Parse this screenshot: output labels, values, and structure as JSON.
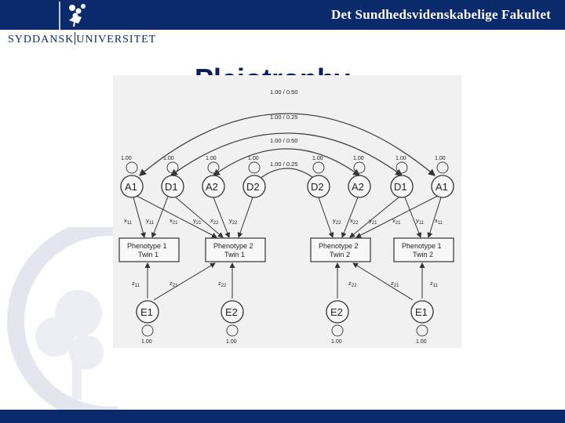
{
  "header": {
    "faculty": "Det Sundhedsvidenskabelige Fakultet",
    "university_left": "SYDDANSK",
    "university_right": "UNIVERSITET",
    "colors": {
      "navy": "#0b2a6b",
      "title": "#0b1f5a"
    }
  },
  "slide": {
    "title": "Pleiotrophy"
  },
  "diagram": {
    "arcs": [
      "1.00 / 0.50",
      "1.00 / 0.25",
      "1.00 / 0.50",
      "1.00 / 0.25"
    ],
    "latent_top": [
      {
        "label": "A1",
        "variance": "1.00"
      },
      {
        "label": "D1",
        "variance": "1.00"
      },
      {
        "label": "A2",
        "variance": "1.00"
      },
      {
        "label": "D2",
        "variance": "1.00"
      },
      {
        "label": "D2",
        "variance": "1.00"
      },
      {
        "label": "A2",
        "variance": "1.00"
      },
      {
        "label": "D1",
        "variance": "1.00"
      },
      {
        "label": "A1",
        "variance": "1.00"
      }
    ],
    "paths": {
      "x11": "x",
      "y11": "y",
      "x21": "x",
      "y21": "y",
      "x22": "x",
      "y22": "y",
      "sub11": "11",
      "sub21": "21",
      "sub22": "22"
    },
    "phenotypes": [
      {
        "line1": "Phenotype 1",
        "line2": "Twin 1"
      },
      {
        "line1": "Phenotype 2",
        "line2": "Twin 1"
      },
      {
        "line1": "Phenotype 2",
        "line2": "Twin 2"
      },
      {
        "line1": "Phenotype 1",
        "line2": "Twin 2"
      }
    ],
    "latent_bottom": [
      {
        "label": "E1",
        "variance": "1.00"
      },
      {
        "label": "E2",
        "variance": "1.00"
      },
      {
        "label": "E2",
        "variance": "1.00"
      },
      {
        "label": "E1",
        "variance": "1.00"
      }
    ],
    "z_paths": [
      "z",
      "z",
      "z",
      "z"
    ]
  }
}
